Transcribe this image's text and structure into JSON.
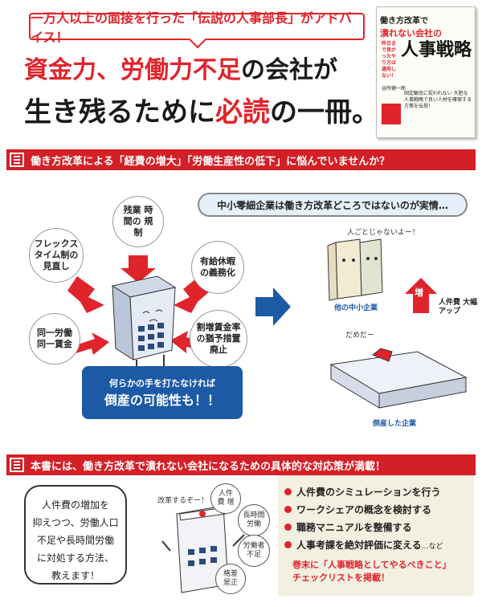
{
  "header": {
    "banner": "一万人以上の面接を行った「伝説の人事部長」がアドバイス！",
    "line1_a": "資金力、労働力不足",
    "line1_b": "の会社が",
    "line2_a": "生き残るために",
    "line2_b": "必読",
    "line2_c": "の一冊。"
  },
  "book": {
    "title_top": "働き方改革で",
    "title_red": "潰れない会社の",
    "title_main": "人事戦略",
    "side_text": "昨日まで良かったやり方は通用しない！",
    "author": "谷所健一郎",
    "desc": "固定観念に捉われない 大胆な人事戦略で良い人材を確保する方策を伝授！"
  },
  "section1": {
    "bar_label": "働き方改革による「経費の増大」「労働生産性の低下」に悩んでいませんか？",
    "items": [
      "フレックス タイム制の 見直し",
      "残業 時間の 規制",
      "有給休暇 の義務化",
      "同一労働 同一賃金",
      "割増賃金率 の猶予措置 廃止"
    ],
    "warn_line1": "何らかの手を打たなければ",
    "warn_line2": "倒産の可能性も！！",
    "callout": "中小零細企業は働き方改革どころではないのが実情…",
    "cap1": "他の中小企業",
    "cap2": "倒産した企業",
    "speech1": "人ごとじゃないよー！",
    "tag_up": "増",
    "tag_cost": "人件費 大幅アップ",
    "speech2": "だめだー"
  },
  "section2": {
    "bar_label": "本書には、働き方改革で潰れない会社になるための具体的な対応策が満載！",
    "note": [
      "人件費の増加を",
      "抑えつつ、労働人口",
      "不足や長時間労働",
      "に対処する方法、",
      "教えます！"
    ],
    "speech": "改革するぞー！",
    "tags": [
      "人件費 増",
      "長時間 労働",
      "労働者 不足",
      "格差 是正"
    ],
    "list": [
      "人件費のシミュレーションを行う",
      "ワークシェアの概念を検討する",
      "職務マニュアルを整備する",
      "人事考課を絶対評価に変える"
    ],
    "list_suffix": "…など",
    "endnote1": "巻末に「人事戦略としてやるべきこと」",
    "endnote2": "チェックリストを掲載！"
  }
}
